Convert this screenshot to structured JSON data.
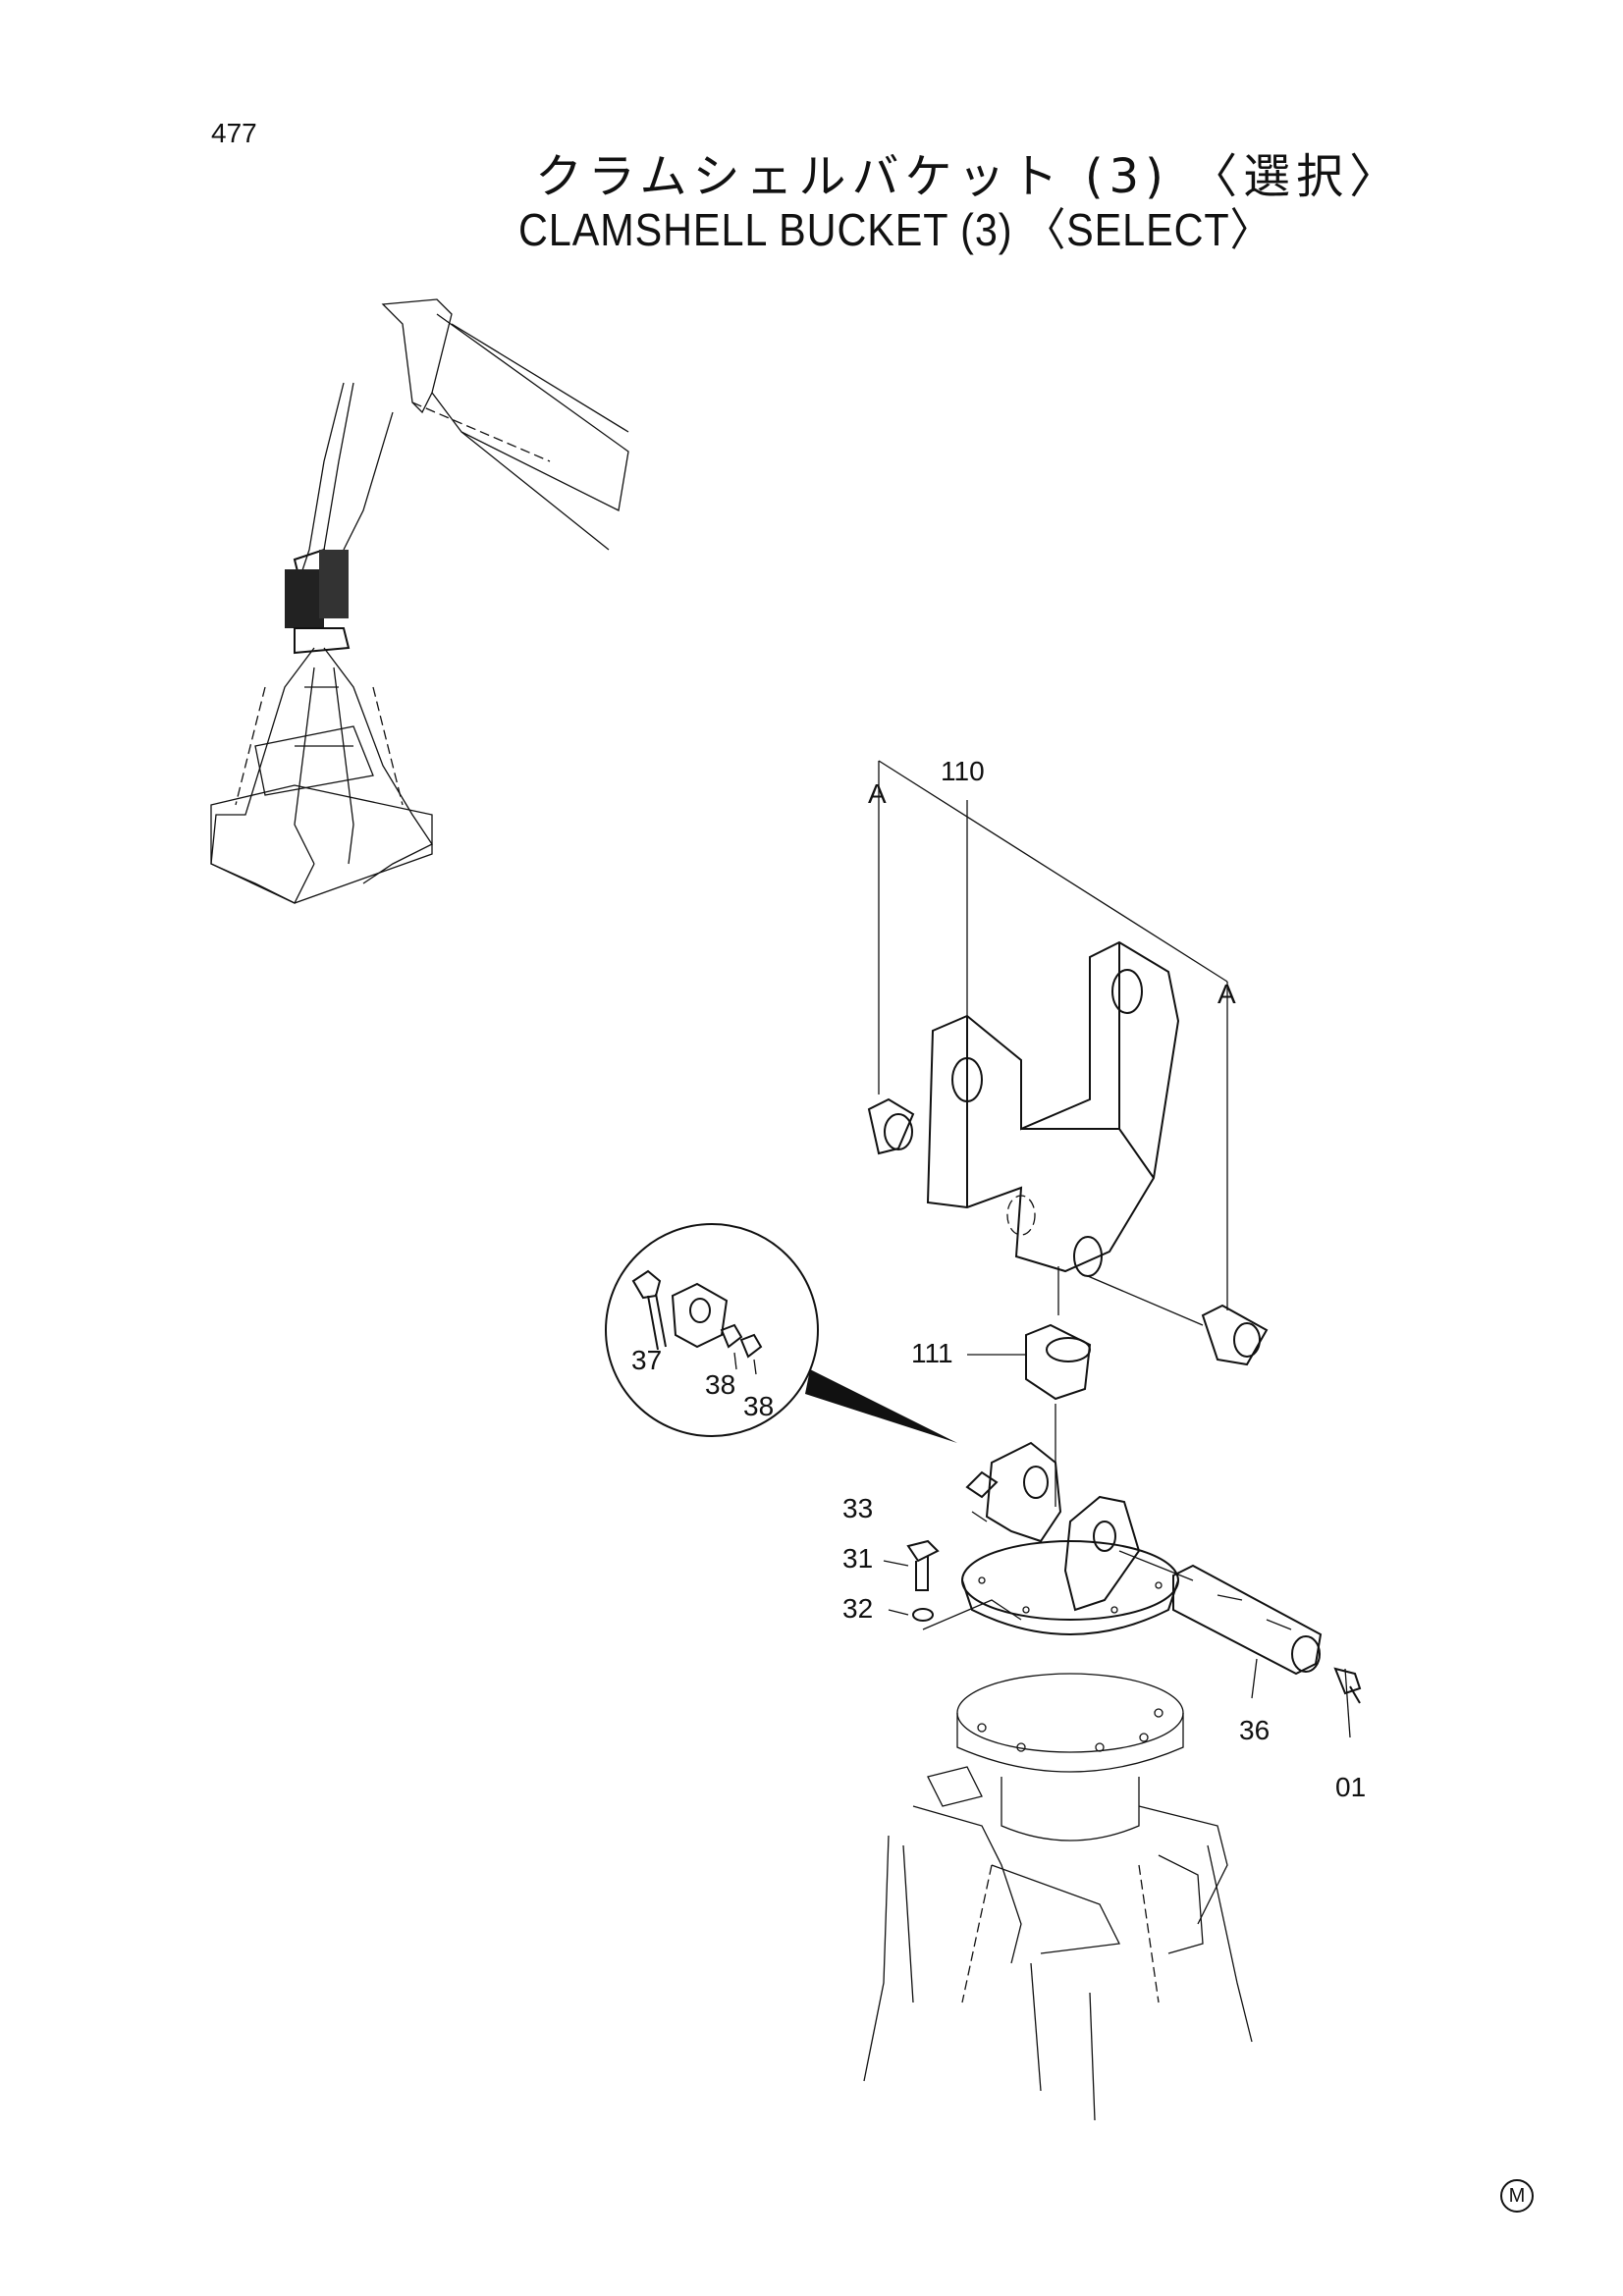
{
  "page_number": "477",
  "title": {
    "japanese": "クラムシェルバケット (3) 〈選択〉",
    "english": "CLAMSHELL  BUCKET (3) 〈SELECT〉"
  },
  "callouts": {
    "c110": "110",
    "cA_left": "A",
    "cA_right": "A",
    "c111": "111",
    "c33": "33",
    "c31": "31",
    "c32": "32",
    "c36": "36",
    "c01": "01",
    "c37": "37",
    "c38a": "38",
    "c38b": "38"
  },
  "mark": "M"
}
